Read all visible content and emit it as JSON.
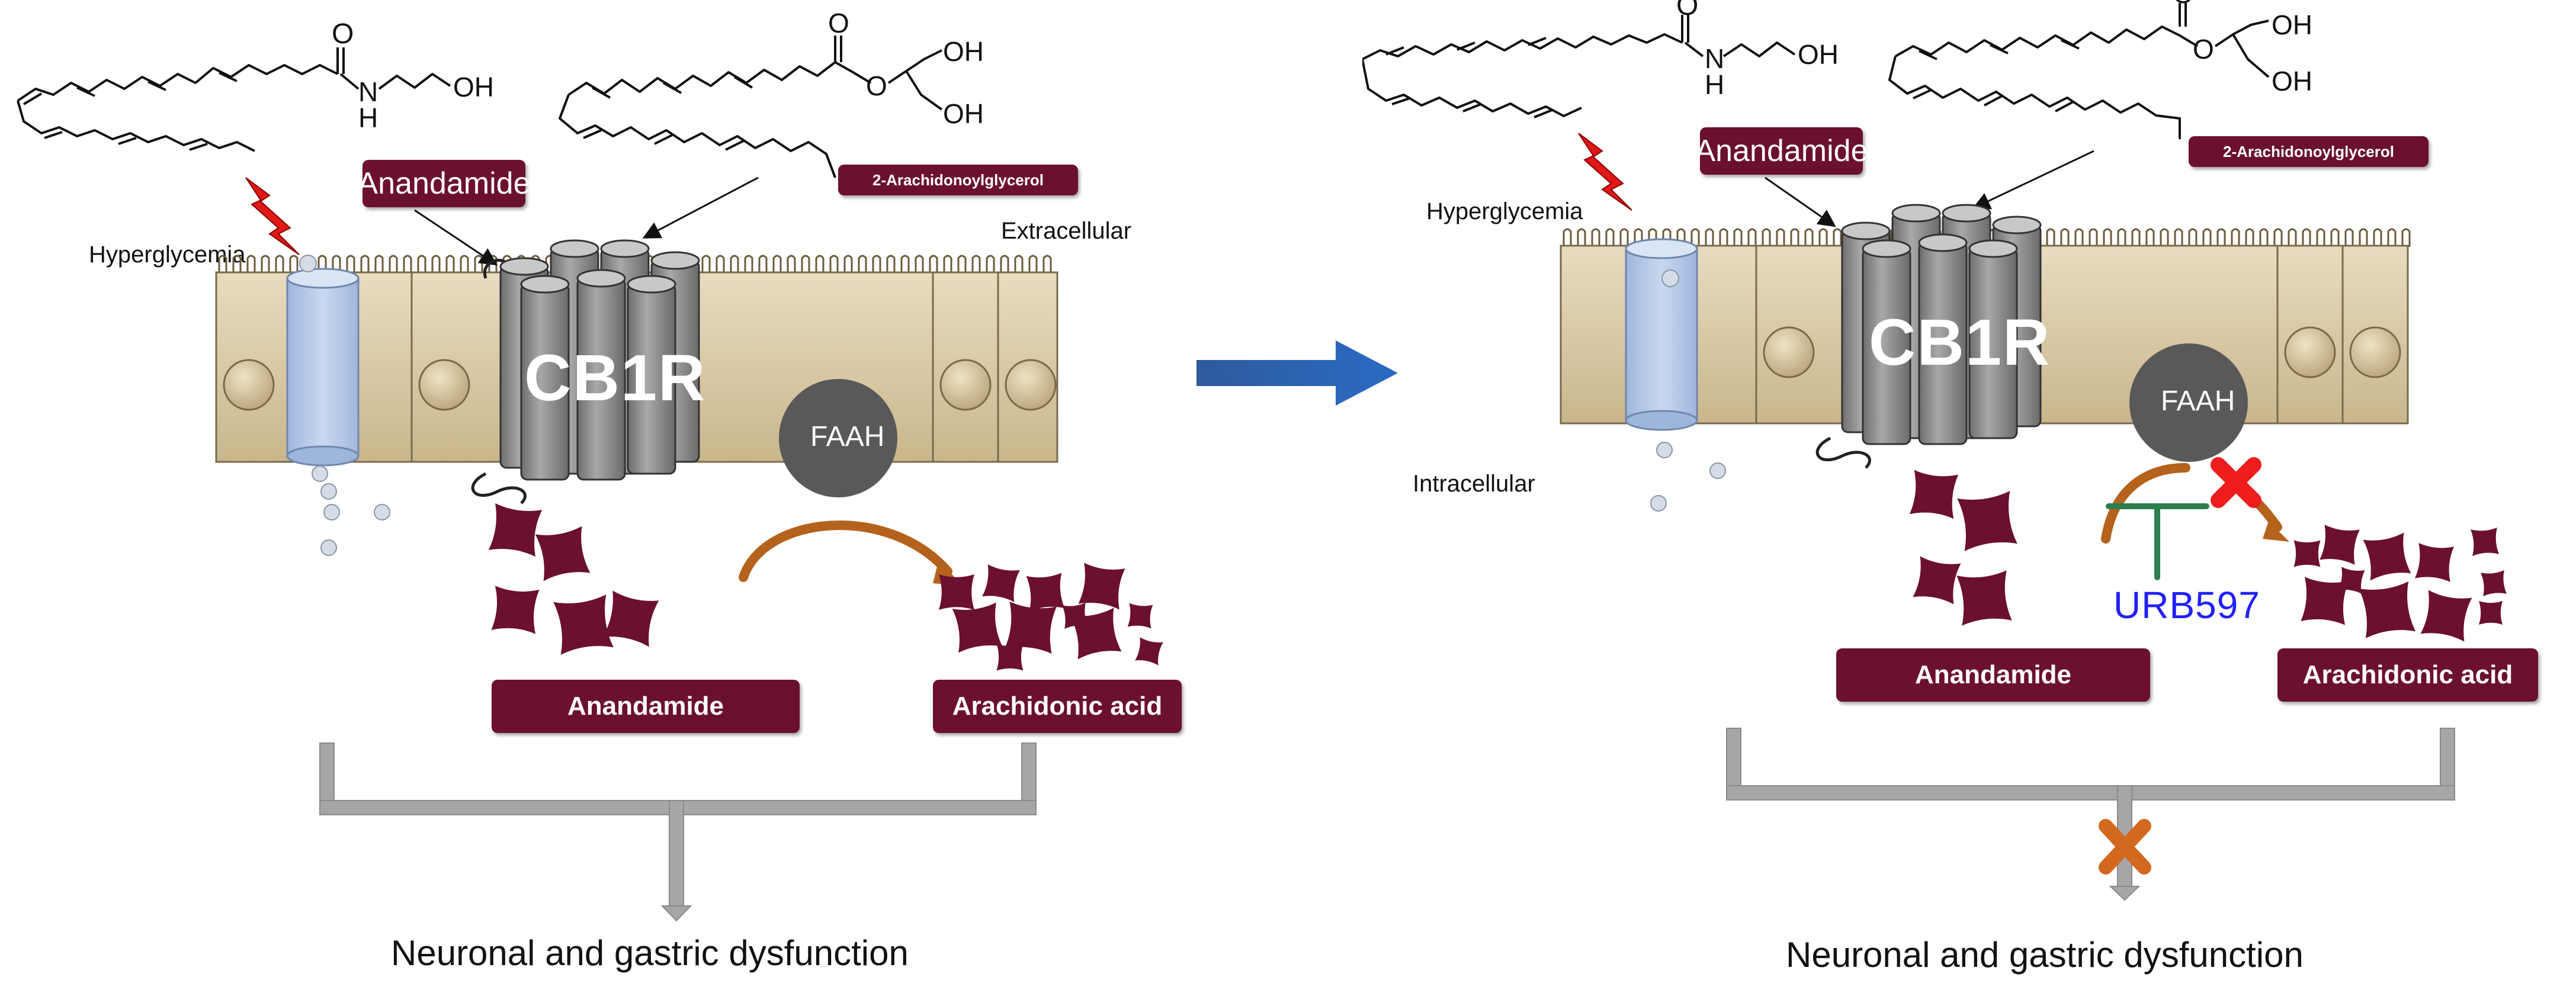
{
  "left_panel": {
    "hyperglycemia": "Hyperglycemia",
    "extracellular": "Extracellular",
    "anandamide_top": "Anandamide",
    "two_ag": "2-Arachidonoylglycerol",
    "cb1r": "CB1R",
    "faah": "FAAH",
    "anandamide_bottom": "Anandamide",
    "arachidonic_acid": "Arachidonic acid",
    "outcome": "Neuronal and gastric dysfunction",
    "anandamide_structure": {
      "nh": "N",
      "h": "H",
      "oh": "OH",
      "o": "O"
    },
    "two_ag_structure": {
      "o": "O",
      "oh1": "OH",
      "oh2": "OH"
    }
  },
  "right_panel": {
    "hyperglycemia": "Hyperglycemia",
    "intracellular": "Intracellular",
    "anandamide_top": "Anandamide",
    "two_ag": "2-Arachidonoylglycerol",
    "cb1r": "CB1R",
    "faah": "FAAH",
    "inhibitor": "URB597",
    "anandamide_bottom": "Anandamide",
    "arachidonic_acid": "Arachidonic acid",
    "outcome": "Neuronal and gastric dysfunction",
    "anandamide_structure": {
      "nh": "N",
      "h": "H",
      "oh": "OH",
      "o": "O"
    },
    "two_ag_structure": {
      "o": "O",
      "oh1": "OH",
      "oh2": "OH"
    }
  },
  "colors": {
    "label_fill": "#6b1030",
    "molecule_fill": "#6b1030",
    "membrane_cell": "#d9c9a3",
    "membrane_border": "#7a6a4a",
    "receptor": "#8c8c8c",
    "channel": "#b7c9e6",
    "faah": "#595959",
    "arrow_orange": "#b5621c",
    "transition_arrow": "#2e5a9c",
    "block_x_red": "#ee1c1c",
    "block_x_orange": "#d2691e",
    "inhibitor_line": "#2e7d4f",
    "inhibitor_text": "#2020ff",
    "bracket": "#a6a6a6"
  }
}
